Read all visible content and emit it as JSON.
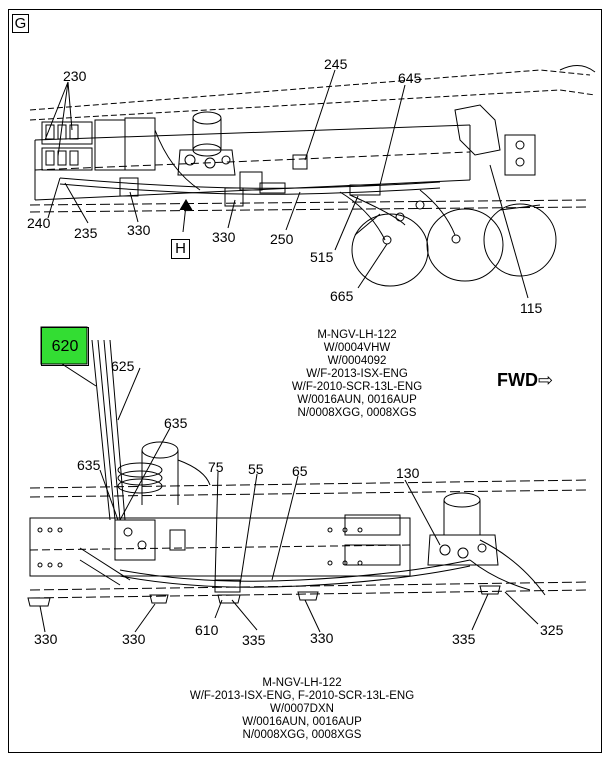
{
  "frame": {
    "view_label": "G",
    "detail_label": "H"
  },
  "highlight": {
    "label": "620",
    "color": "#33dd33"
  },
  "direction": {
    "label": "FWD",
    "arrow": "arrow-right-outline-icon"
  },
  "top_view": {
    "callouts": {
      "c230": "230",
      "c245": "245",
      "c645": "645",
      "c240": "240",
      "c235": "235",
      "c330a": "330",
      "c330b": "330",
      "c250": "250",
      "c515": "515",
      "c665": "665",
      "c115": "115"
    }
  },
  "notes": {
    "top": {
      "lines": [
        "M-NGV-LH-122",
        "W/0004VHW",
        "W/0004092",
        "W/F-2013-ISX-ENG",
        "W/F-2010-SCR-13L-ENG",
        "W/0016AUN, 0016AUP",
        "N/0008XGG, 0008XGS"
      ]
    },
    "bottom": {
      "lines": [
        "M-NGV-LH-122",
        "W/F-2013-ISX-ENG, F-2010-SCR-13L-ENG",
        "W/0007DXN",
        "W/0016AUN, 0016AUP",
        "N/0008XGG, 0008XGS"
      ]
    }
  },
  "bottom_view": {
    "callouts": {
      "c625": "625",
      "c635a": "635",
      "c635b": "635",
      "c75": "75",
      "c55": "55",
      "c65": "65",
      "c130": "130",
      "c330a": "330",
      "c330b": "330",
      "c610": "610",
      "c335a": "335",
      "c330c": "330",
      "c335b": "335",
      "c325": "325"
    }
  }
}
